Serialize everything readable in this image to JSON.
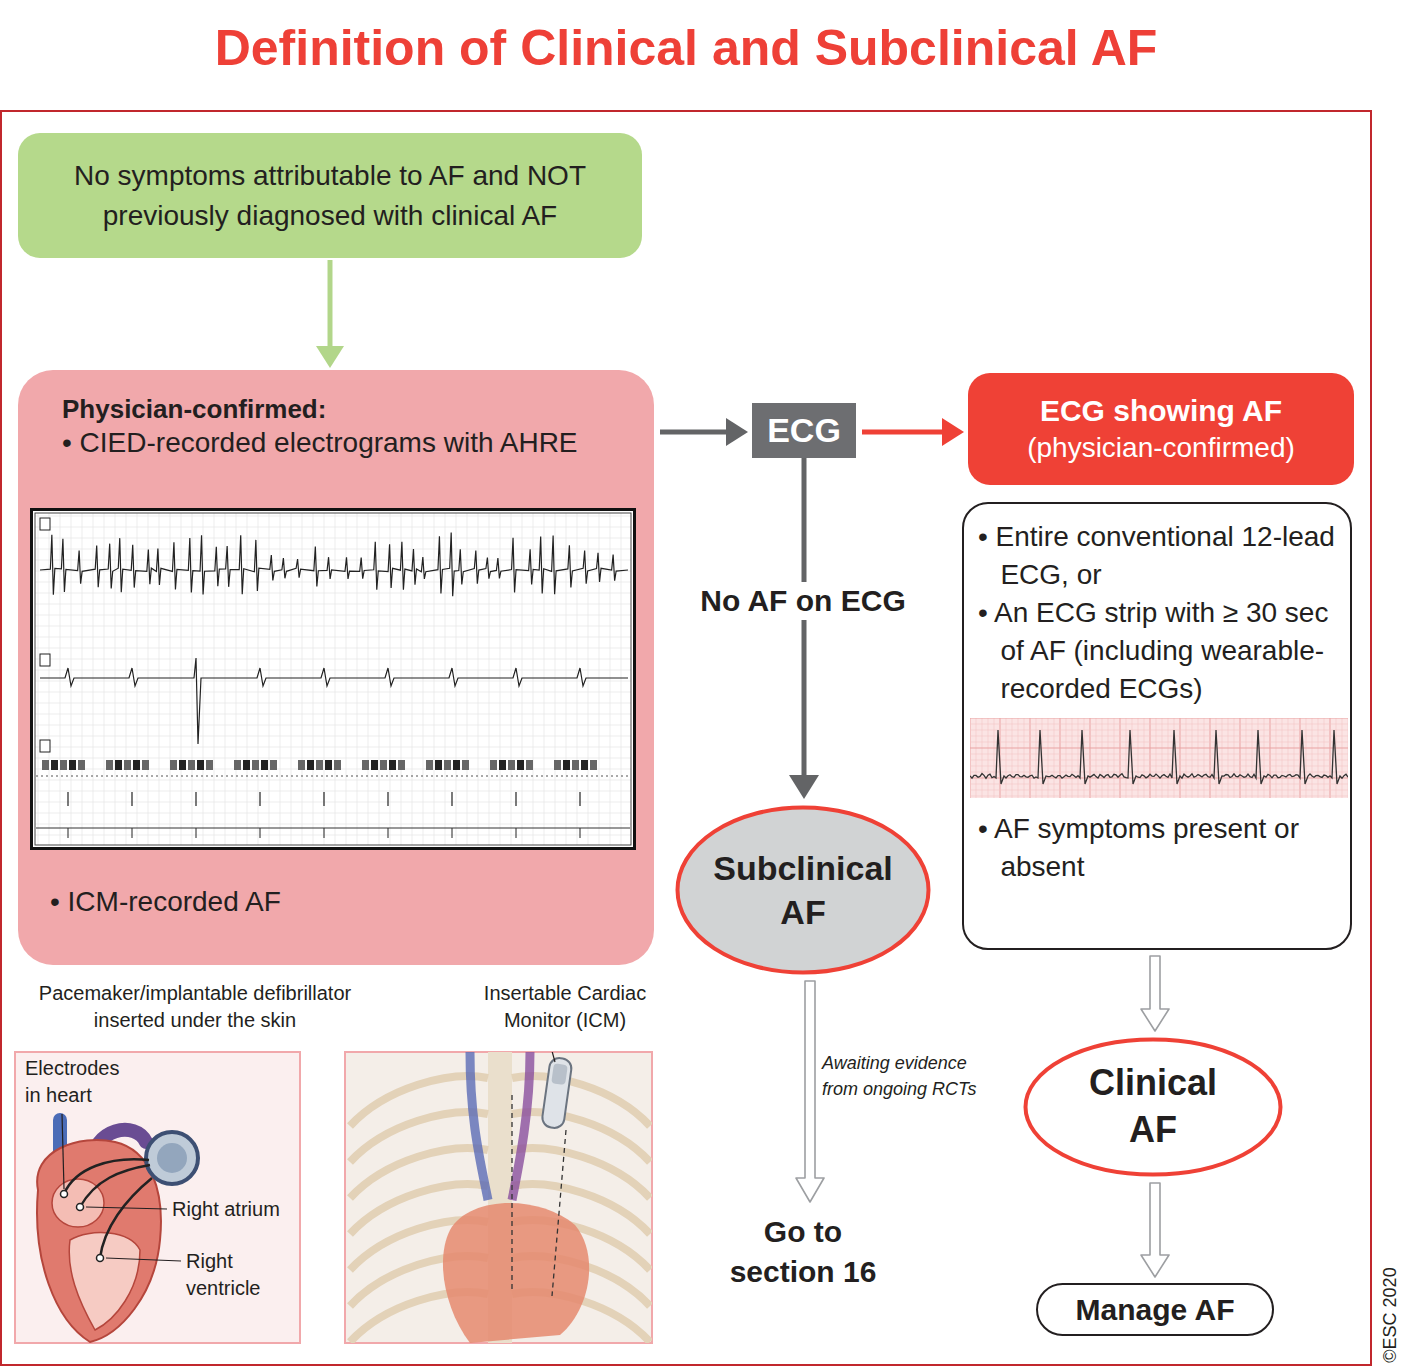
{
  "diagram": {
    "title": "Definition of Clinical and Subclinical AF",
    "nodes": [
      {
        "text": [
          "No symptoms attributable to AF and NOT previously diagnosed with clinical AF"
        ]
      },
      {
        "text": [
          "Physician-confirmed:",
          "• CIED-recorded electrograms with AHRE",
          "• ICM-recorded AF"
        ]
      },
      {
        "text": [
          "ECG"
        ]
      },
      {
        "text": [
          "ECG showing AF",
          "(physician-confirmed)"
        ]
      },
      {
        "text": [
          "• Entire conventional 12-lead ECG, or",
          "• An ECG strip with ≥ 30 sec of AF (including wearable-recorded ECGs)",
          "• AF symptoms present or absent"
        ]
      },
      {
        "text": [
          "Subclinical AF"
        ]
      },
      {
        "text": [
          "Go to section 16"
        ]
      },
      {
        "text": [
          "Clinical AF"
        ]
      },
      {
        "text": [
          "Manage AF"
        ]
      }
    ],
    "edges": [
      {
        "from": 0,
        "to": 1,
        "arrow": "to"
      },
      {
        "from": 1,
        "to": 2,
        "arrow": "to"
      },
      {
        "from": 2,
        "to": 3,
        "arrow": "to"
      },
      {
        "from": 2,
        "to": 5,
        "label": "No AF on ECG",
        "arrow": "to"
      },
      {
        "from": 5,
        "to": 6,
        "label": "Awaiting evidence from ongoing RCTs",
        "arrow": "to"
      },
      {
        "from": 4,
        "to": 7,
        "arrow": "to"
      },
      {
        "from": 7,
        "to": 8,
        "arrow": "to"
      }
    ],
    "labels": [
      "Pacemaker/implantable defibrillator inserted under the skin",
      "Insertable Cardiac Monitor (ICM)",
      "Electrodes in heart",
      "Right atrium",
      "Right ventricle",
      "©ESC 2020"
    ]
  }
}
